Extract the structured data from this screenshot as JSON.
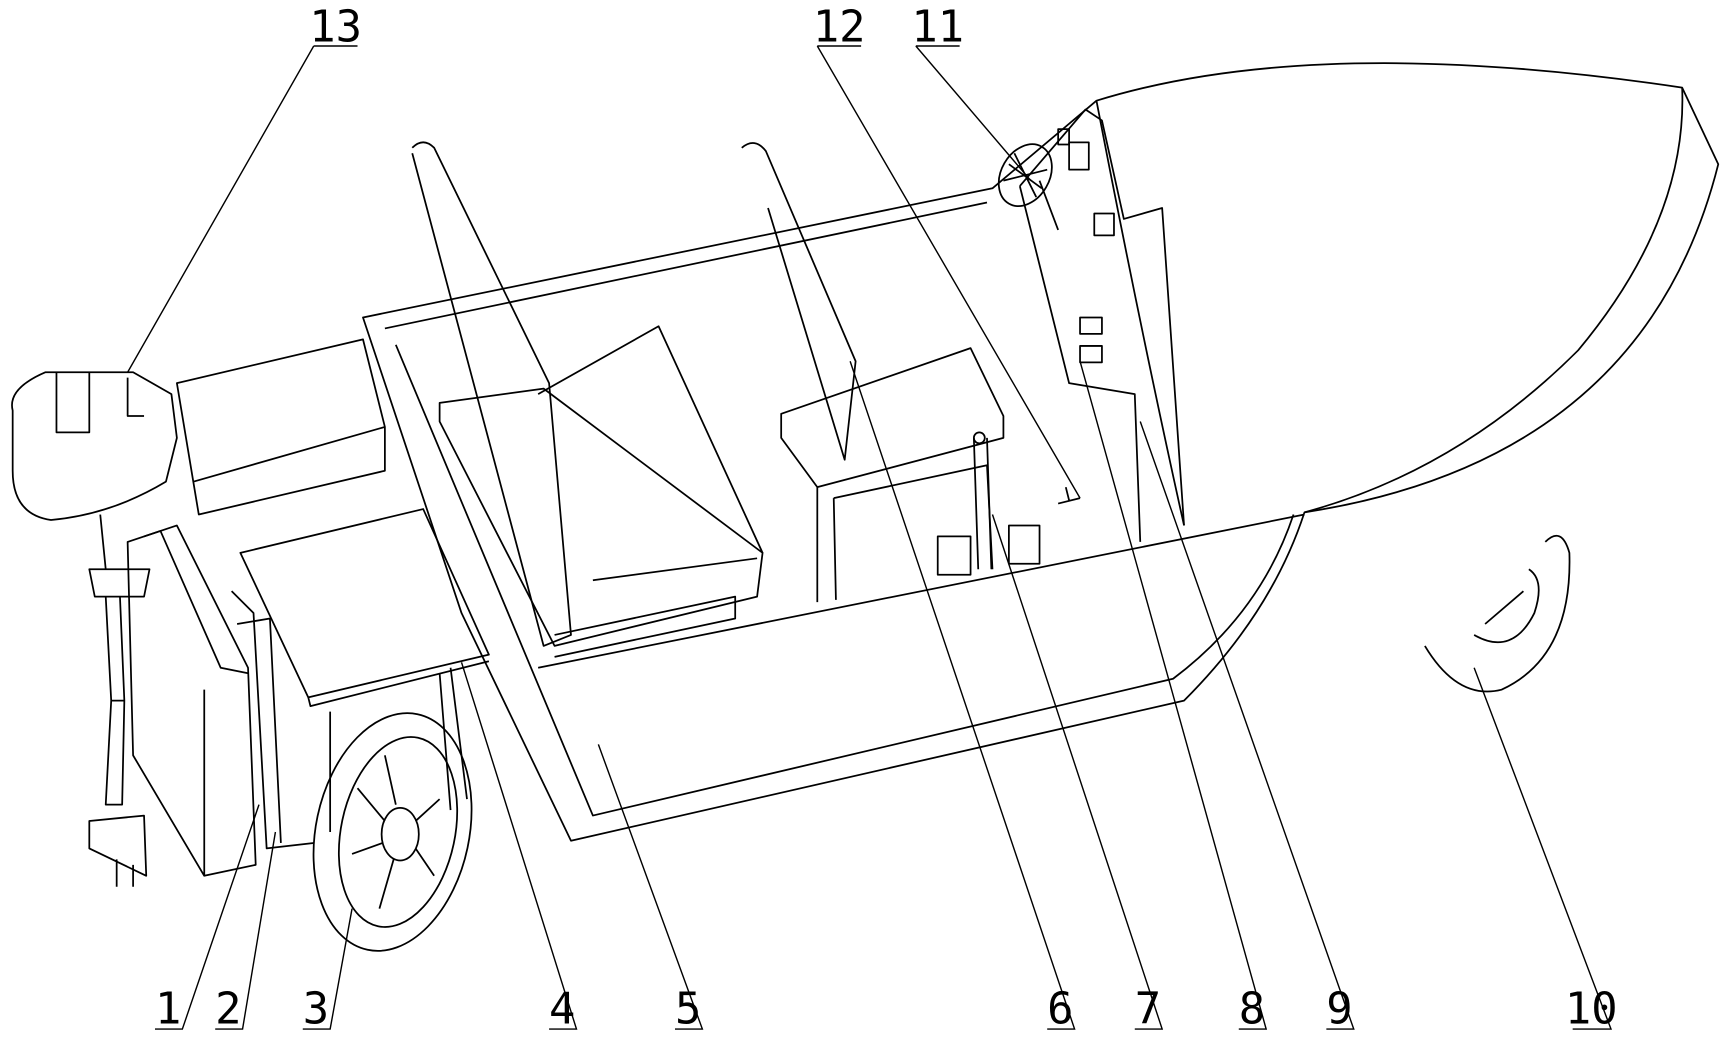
{
  "figure": {
    "labels": {
      "l1": "1",
      "l2": "2",
      "l3": "3",
      "l4": "4",
      "l5": "5",
      "l6": "6",
      "l7": "7",
      "l8": "8",
      "l9": "9",
      "l10": "10",
      "l11": "11",
      "l12": "12",
      "l13": "13"
    }
  }
}
